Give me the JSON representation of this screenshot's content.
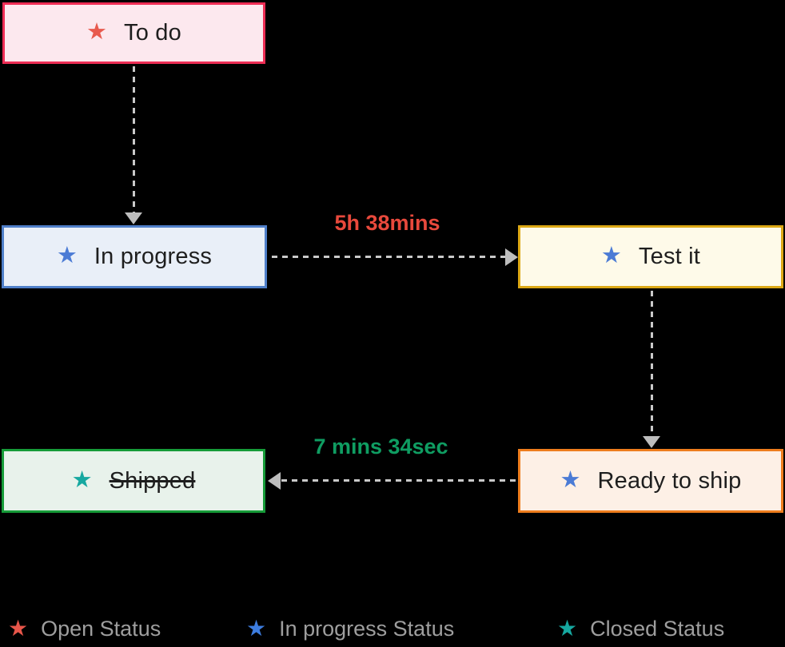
{
  "icons": {
    "star": "★"
  },
  "diagram": {
    "text_color": "#1e1e1e",
    "arrow_color": "#bdbdbd",
    "dash_color": "#c9c9c9",
    "nodes": [
      {
        "label": "To do",
        "star_color": "#e85a4e",
        "bg": "#fce8ee",
        "border": "#ee2d55",
        "strikethrough": false
      },
      {
        "label": "In progress",
        "star_color": "#4b7bd5",
        "bg": "#e9eff8",
        "border": "#4f7fc9",
        "strikethrough": false
      },
      {
        "label": "Test it",
        "star_color": "#4b7bd5",
        "bg": "#fefae9",
        "border": "#dca815",
        "strikethrough": false
      },
      {
        "label": "Ready to ship",
        "star_color": "#4b7bd5",
        "bg": "#fdf0e6",
        "border": "#ee7d1d",
        "strikethrough": false
      },
      {
        "label": "Shipped",
        "star_color": "#16a8a0",
        "bg": "#e8f2eb",
        "border": "#169b38",
        "strikethrough": true
      }
    ],
    "edges": [
      {
        "from": "To do",
        "to": "In progress",
        "label": ""
      },
      {
        "from": "In progress",
        "to": "Test it",
        "label": "5h 38mins",
        "label_color": "#e8493c"
      },
      {
        "from": "Test it",
        "to": "Ready to ship",
        "label": ""
      },
      {
        "from": "Ready to ship",
        "to": "Shipped",
        "label": "7 mins 34sec",
        "label_color": "#0f9d62"
      }
    ]
  },
  "legend": {
    "text_color": "#9e9e9e",
    "items": [
      {
        "label": "Open Status",
        "star_color": "#e8564a"
      },
      {
        "label": "In progress Status",
        "star_color": "#3d7de0"
      },
      {
        "label": "Closed Status",
        "star_color": "#16a8a0"
      }
    ]
  }
}
